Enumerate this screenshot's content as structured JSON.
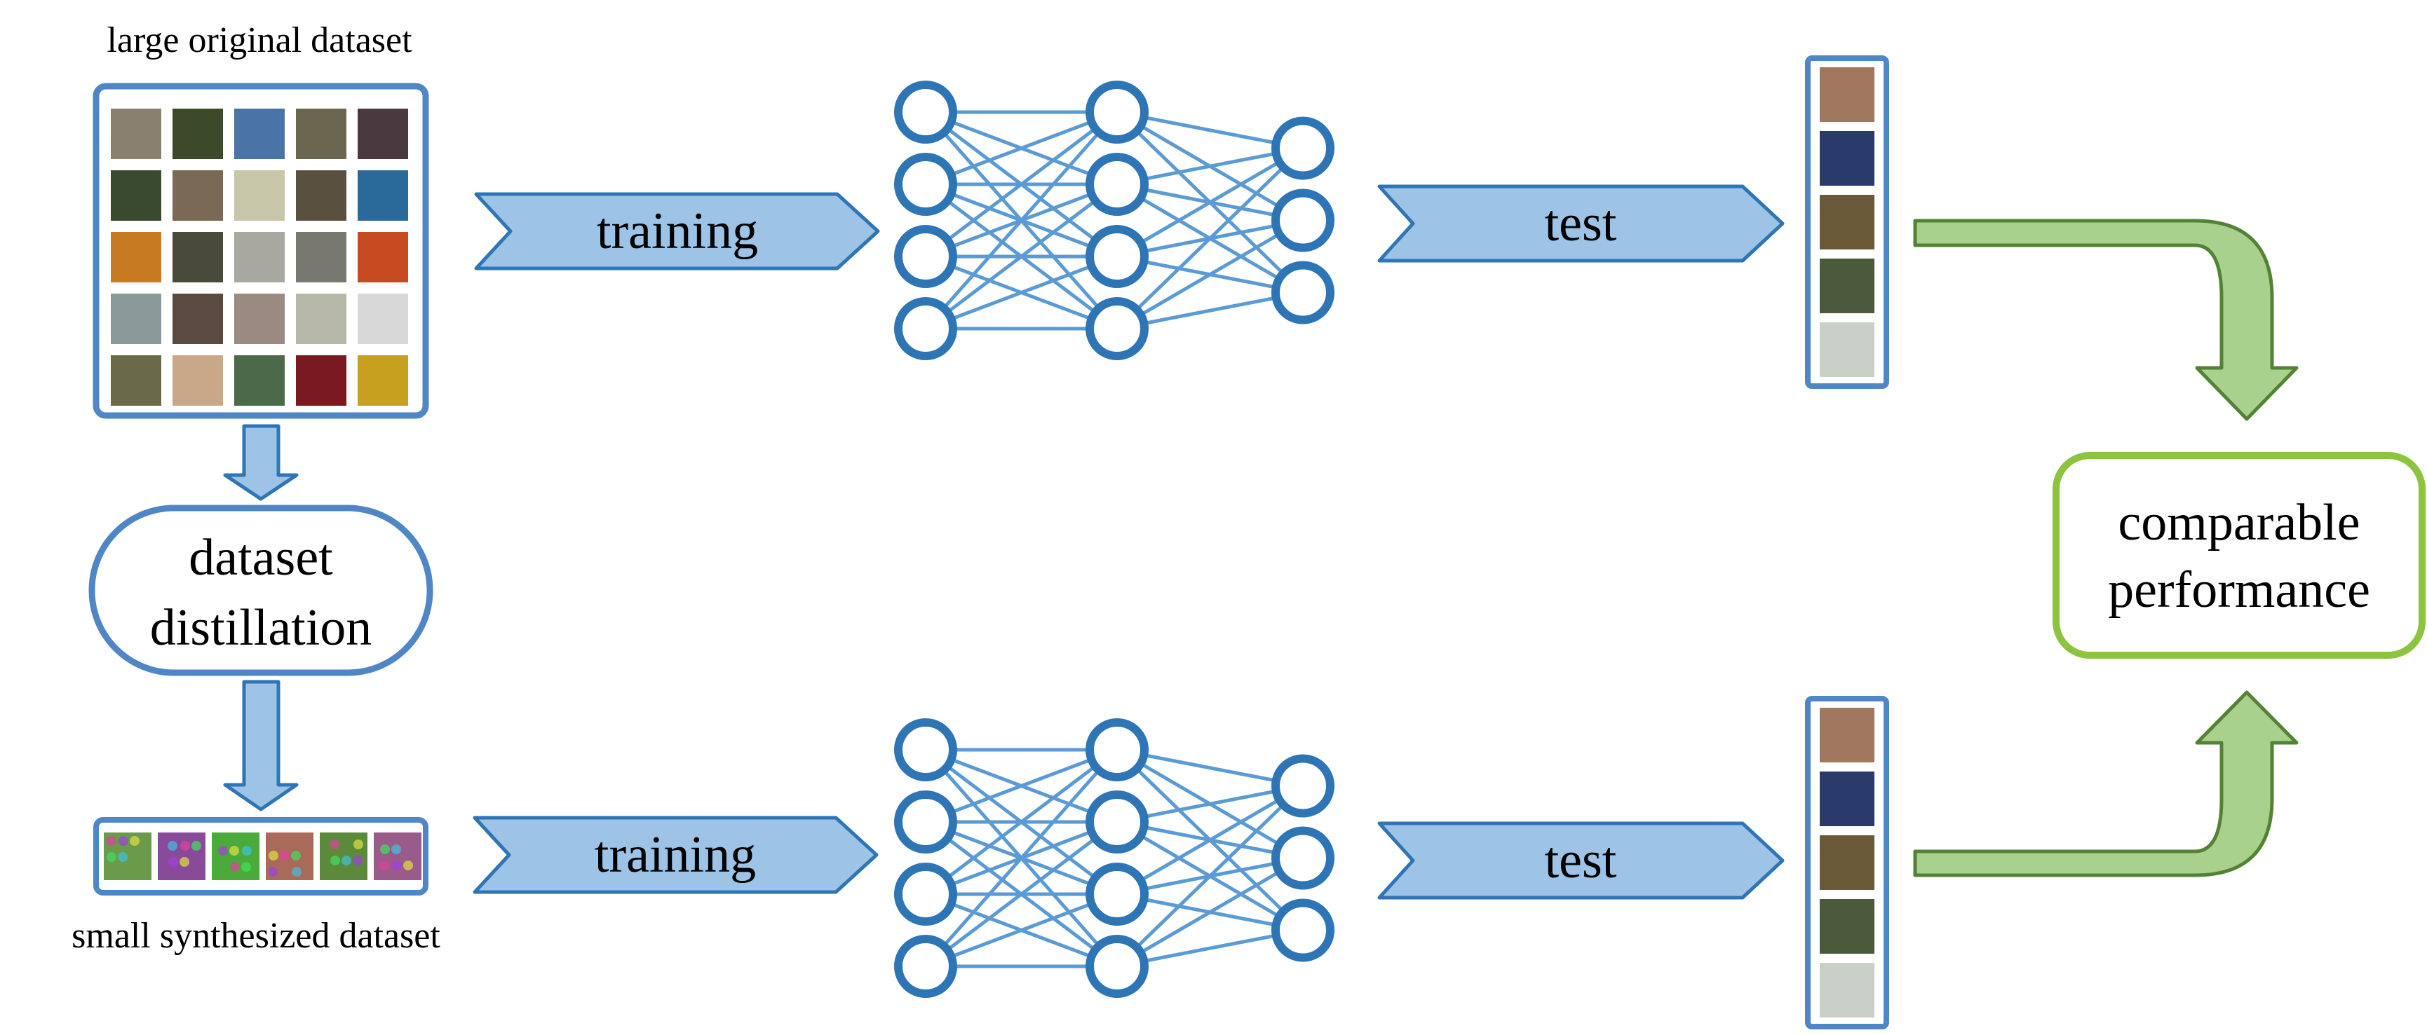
{
  "labels": {
    "original_dataset": "large original dataset",
    "synthesized_dataset": "small synthesized dataset",
    "distillation_line1": "dataset",
    "distillation_line2": "distillation",
    "training_top": "training",
    "training_bottom": "training",
    "test_top": "test",
    "test_bottom": "test",
    "result_line1": "comparable",
    "result_line2": "performance"
  },
  "colors": {
    "network_blue": "#2e75b6",
    "box_blue": "#4f86c6",
    "arrow_fill": "#9dc3e6",
    "arrow_stroke": "#2e75b6",
    "green_fill": "#a9d18e",
    "green_stroke": "#548235",
    "result_border": "#8cc43f",
    "edge_blue": "#5b9bd5"
  },
  "network": {
    "layers": [
      4,
      4,
      3
    ]
  },
  "original_grid": {
    "rows": 5,
    "cols": 5,
    "tile_colors": [
      "#8a8070",
      "#3d4a2a",
      "#4a74a8",
      "#6b6650",
      "#4a3a40",
      "#3a4a30",
      "#7a6a55",
      "#c8c6a8",
      "#5a5040",
      "#2a6a9a",
      "#c87a20",
      "#4a4a3a",
      "#a8a8a0",
      "#787870",
      "#c84a20",
      "#8a9a9a",
      "#5a4a40",
      "#9a8a80",
      "#b8b8a8",
      "#d8d8d8",
      "#6a6a4a",
      "#c8a888",
      "#4a6a4a",
      "#7a1a20",
      "#c8a020"
    ]
  },
  "synth_tiles": {
    "count": 6,
    "colors": [
      "#6a9a4a",
      "#8a4a9a",
      "#4aaa3a",
      "#aa6a5a",
      "#5a8a3a",
      "#9a5a8a"
    ]
  },
  "test_strip": {
    "tile_colors": [
      "#a07860",
      "#2a3a6a",
      "#6a5a3a",
      "#4a5a3a",
      "#c8d0c8"
    ]
  }
}
